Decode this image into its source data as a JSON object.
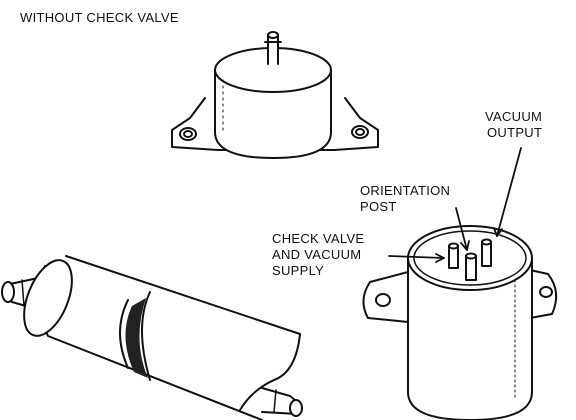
{
  "labels": {
    "without_check_valve": "WITHOUT CHECK VALVE",
    "vacuum_output": [
      "VACUUM",
      "OUTPUT"
    ],
    "orientation_post": [
      "ORIENTATION",
      "POST"
    ],
    "check_valve_supply": [
      "CHECK VALVE",
      "AND VACUUM",
      "SUPPLY"
    ]
  },
  "colors": {
    "ink": "#111111",
    "paper": "#ffffff"
  }
}
